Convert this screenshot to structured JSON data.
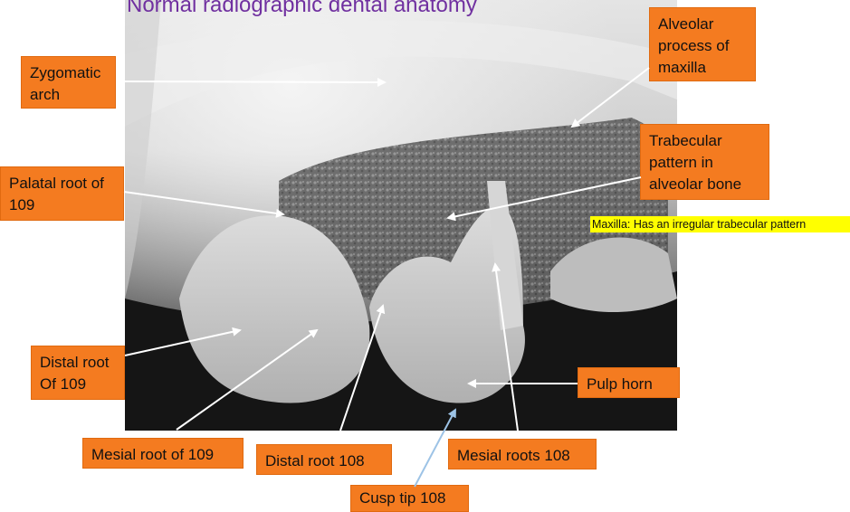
{
  "slide": {
    "title": "Normal radiographic dental anatomy"
  },
  "labels": {
    "zygomatic_arch": [
      "Zygomatic",
      "arch"
    ],
    "alveolar_process": [
      "Alveolar",
      "process of",
      "maxilla"
    ],
    "trabecular_pattern": [
      "Trabecular",
      "pattern in",
      "alveolar bone"
    ],
    "palatal_root_109": [
      "Palatal root of",
      "109"
    ],
    "distal_root_of_109": [
      "Distal root",
      "Of 109"
    ],
    "pulp_horn": "Pulp horn",
    "mesial_root_of_109": "Mesial root of 109",
    "distal_root_108": "Distal root 108",
    "mesial_roots_108": "Mesial roots 108",
    "cusp_tip_108": "Cusp tip 108"
  },
  "highlight_note": "Maxilla: Has an irregular trabecular pattern",
  "colors": {
    "title": "#7030a0",
    "label_fill": "#f47b20",
    "arrow_white": "#ffffff",
    "arrow_blue": "#9dc3e6",
    "highlight": "#ffff00"
  }
}
